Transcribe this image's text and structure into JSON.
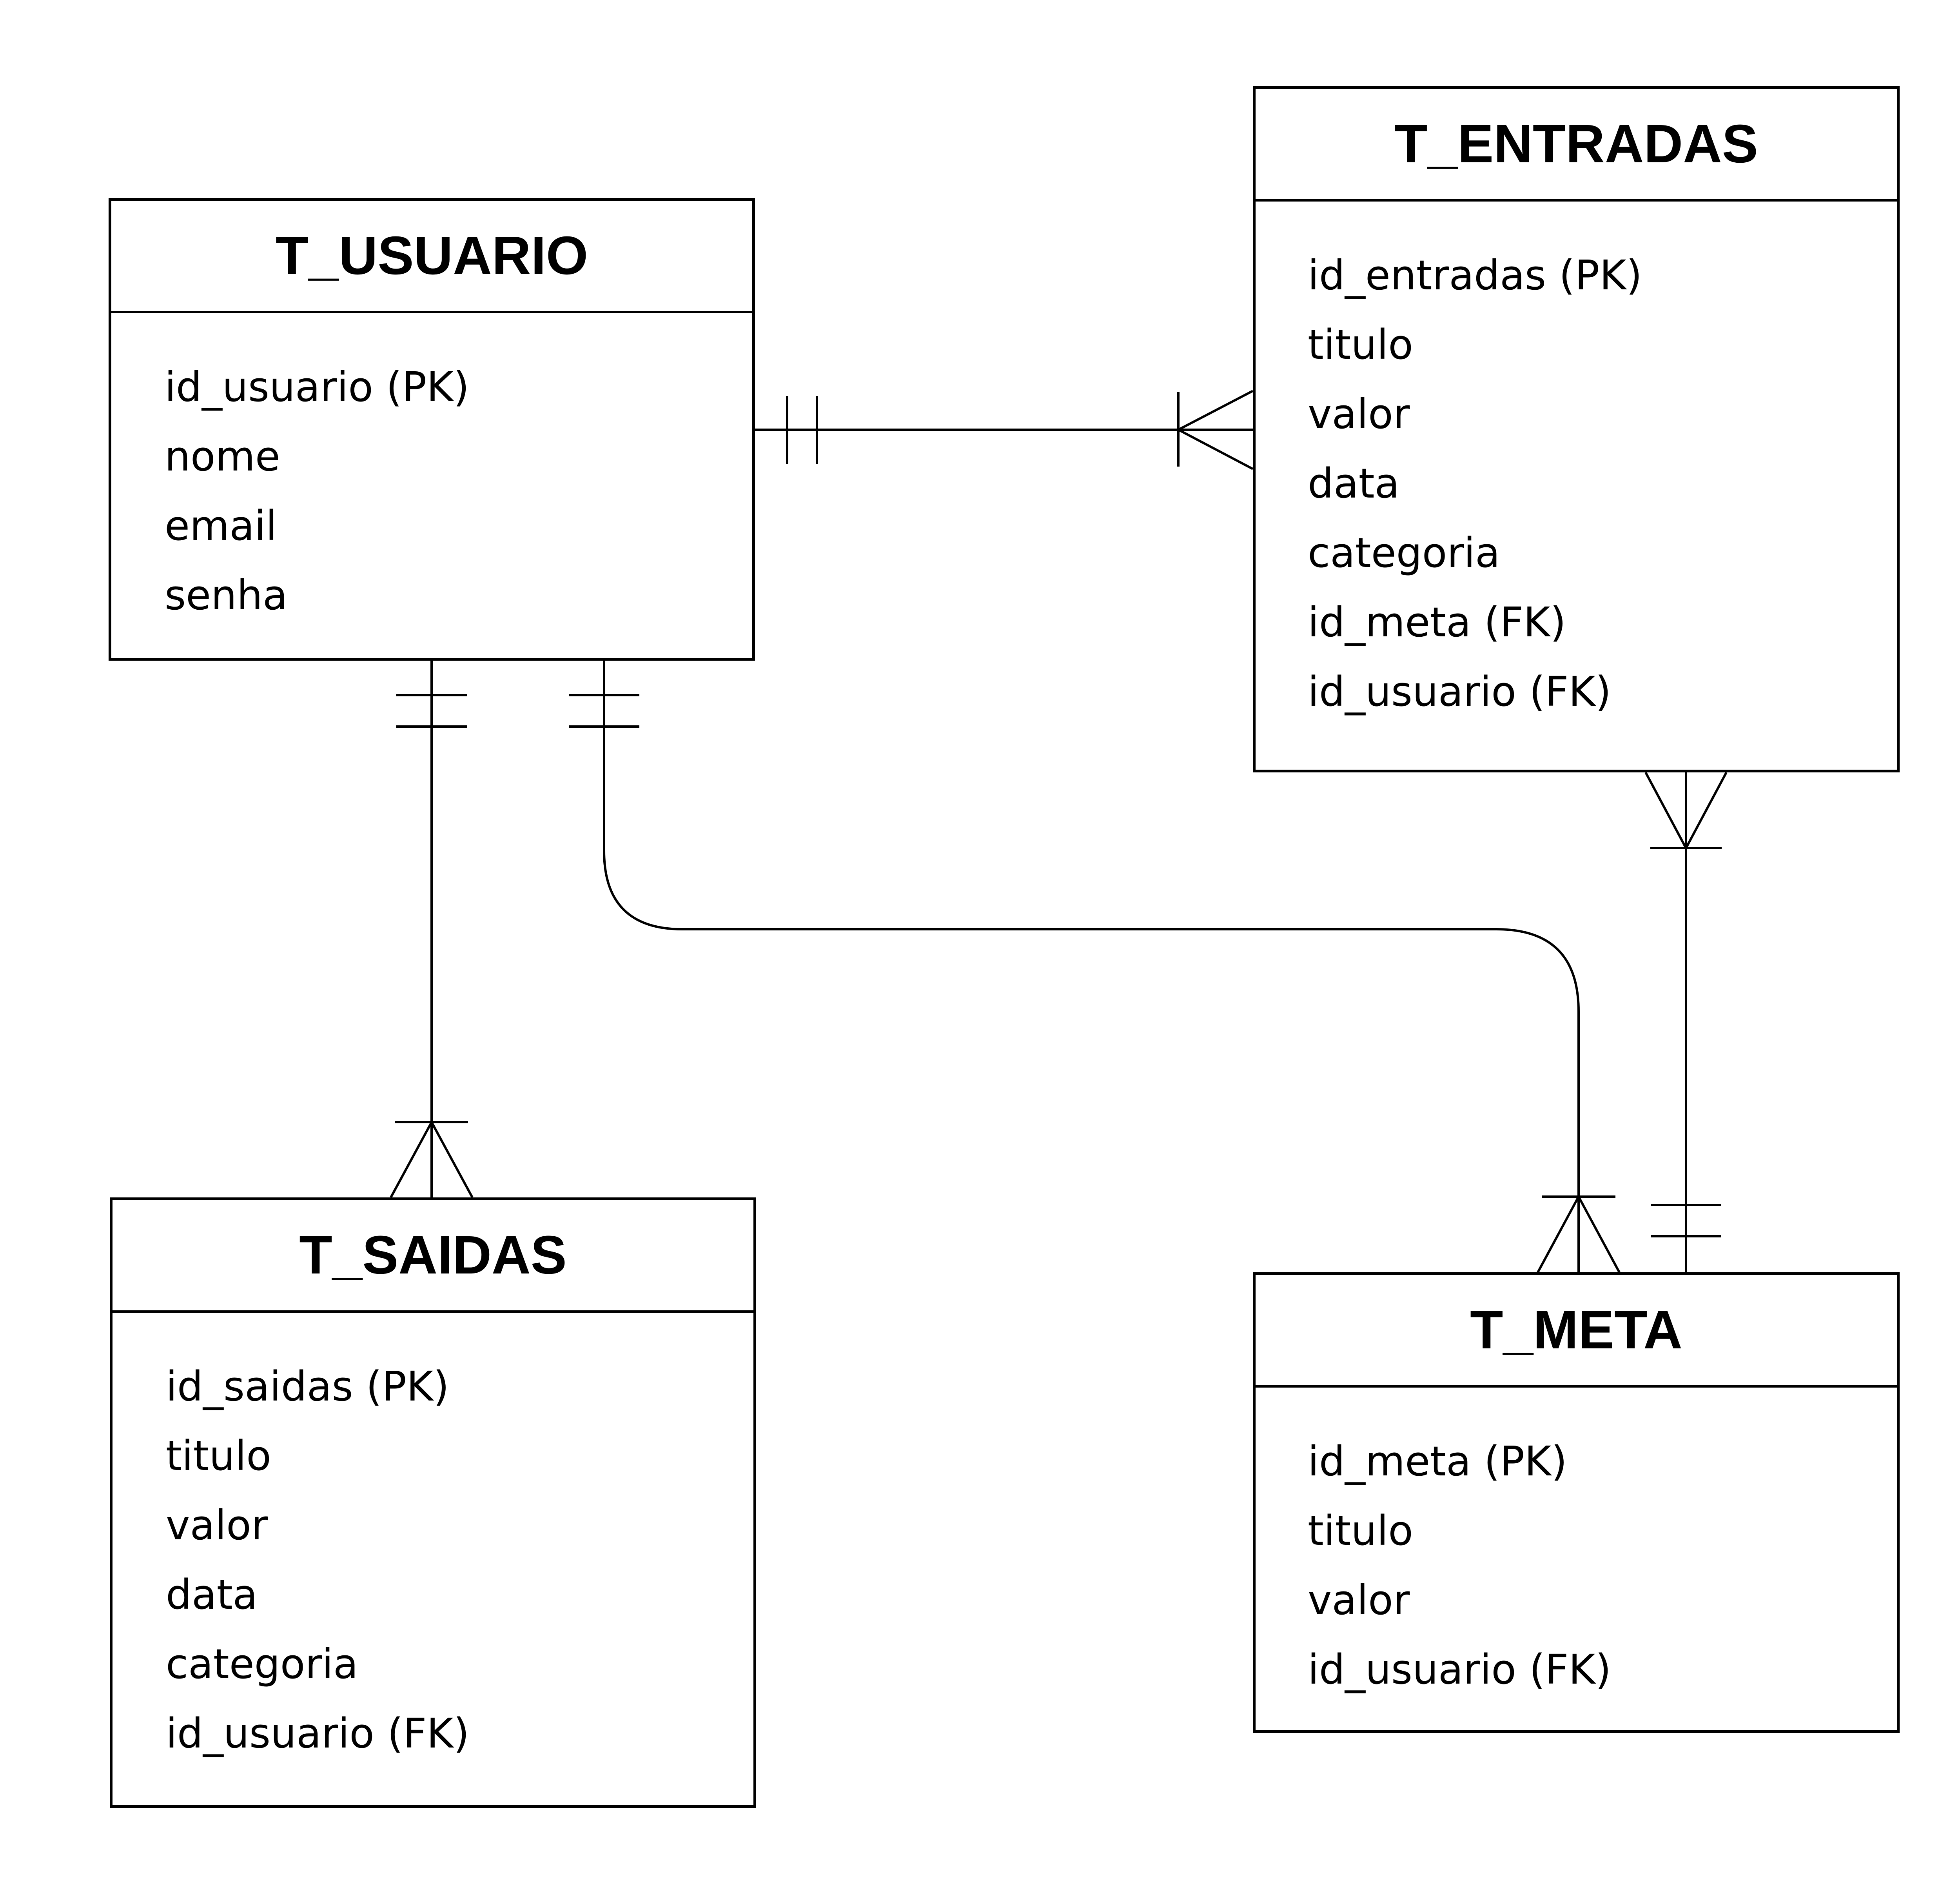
{
  "entities": {
    "usuario": {
      "name": "T_USUARIO",
      "attributes": [
        "id_usuario (PK)",
        "nome",
        "email",
        "senha"
      ]
    },
    "entradas": {
      "name": "T_ENTRADAS",
      "attributes": [
        "id_entradas (PK)",
        "titulo",
        "valor",
        "data",
        "categoria",
        "id_meta (FK)",
        "id_usuario (FK)"
      ]
    },
    "saidas": {
      "name": "T_SAIDAS",
      "attributes": [
        "id_saidas (PK)",
        "titulo",
        "valor",
        "data",
        "categoria",
        "id_usuario (FK)"
      ]
    },
    "meta": {
      "name": "T_META",
      "attributes": [
        "id_meta (PK)",
        "titulo",
        "valor",
        "id_usuario (FK)"
      ]
    }
  },
  "relationships": [
    {
      "from": "T_USUARIO",
      "from_cardinality": "one-and-only-one",
      "to": "T_ENTRADAS",
      "to_cardinality": "one-or-many"
    },
    {
      "from": "T_USUARIO",
      "from_cardinality": "one-and-only-one",
      "to": "T_SAIDAS",
      "to_cardinality": "one-or-many"
    },
    {
      "from": "T_USUARIO",
      "from_cardinality": "one-and-only-one",
      "to": "T_META",
      "to_cardinality": "one-or-many"
    },
    {
      "from": "T_META",
      "from_cardinality": "one-and-only-one",
      "to": "T_ENTRADAS",
      "to_cardinality": "one-or-many"
    }
  ],
  "colors": {
    "line": "#000000",
    "background": "#ffffff"
  }
}
